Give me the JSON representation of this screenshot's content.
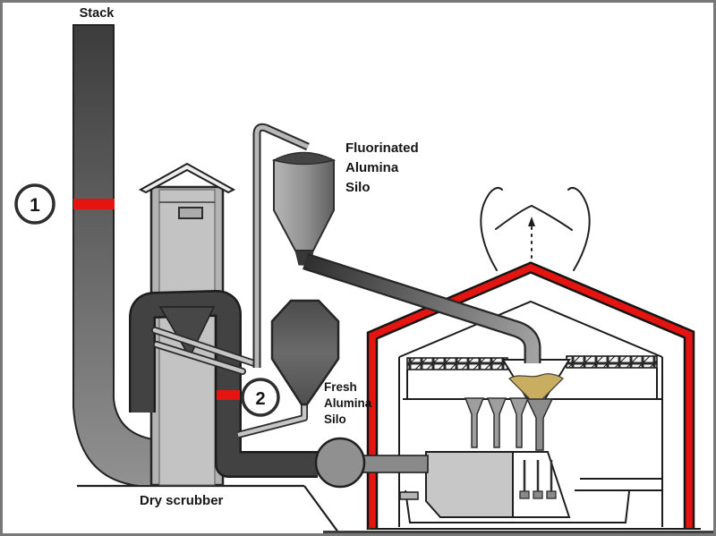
{
  "figure": {
    "labels": {
      "stack": "Stack",
      "dry_scrubber": "Dry scrubber",
      "fluorinated_silo": [
        "Fluorinated",
        "Alumina",
        "Silo"
      ],
      "fresh_silo": [
        "Fresh",
        "Alumina",
        "Silo"
      ]
    },
    "markers": {
      "point_1": "1",
      "point_2": "2"
    },
    "colors": {
      "highlight_red": "#e41511",
      "alumina_tan": "#c9ae62"
    }
  }
}
